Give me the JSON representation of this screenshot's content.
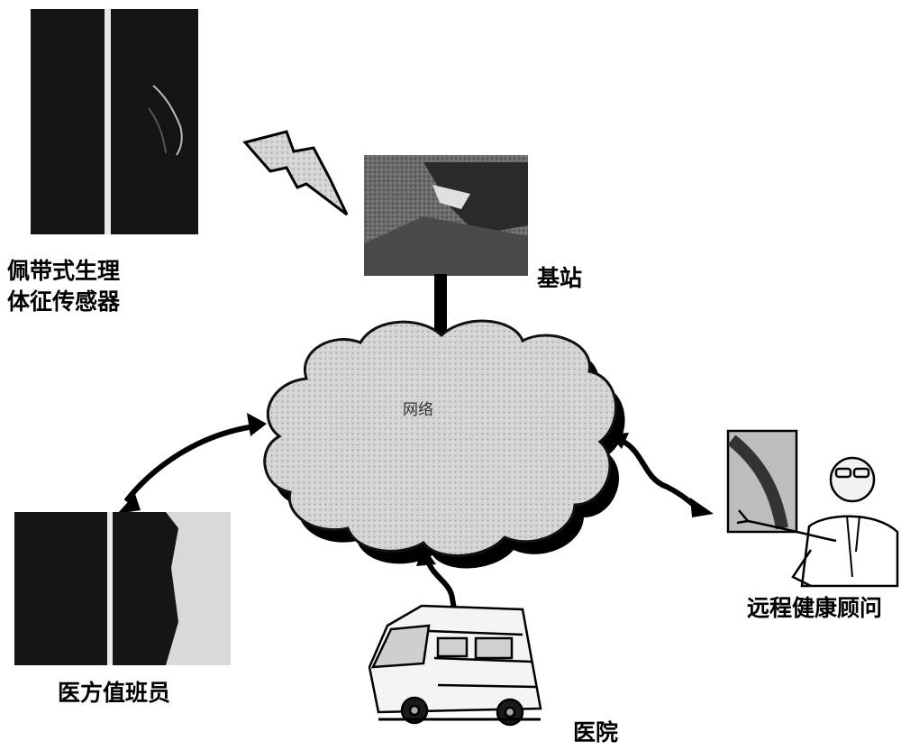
{
  "labels": {
    "sensor_line1": "佩带式生理",
    "sensor_line2": "体征传感器",
    "base_station": "基站",
    "network": "网络",
    "remote_consultant": "远程健康顾问",
    "doctor_on_duty": "医方值班员",
    "hospital": "医院"
  },
  "icons": {
    "sensor": "wearable-sensor-photo",
    "base_station": "base-station-photo",
    "doctor": "doctor-photo",
    "consultant": "presenter-clipart",
    "ambulance": "ambulance-clipart",
    "wireless": "lightning-bolt-icon"
  },
  "colors": {
    "ink": "#000000",
    "cloud_fill": "#cfcfcf",
    "photo_dark": "#151515"
  }
}
